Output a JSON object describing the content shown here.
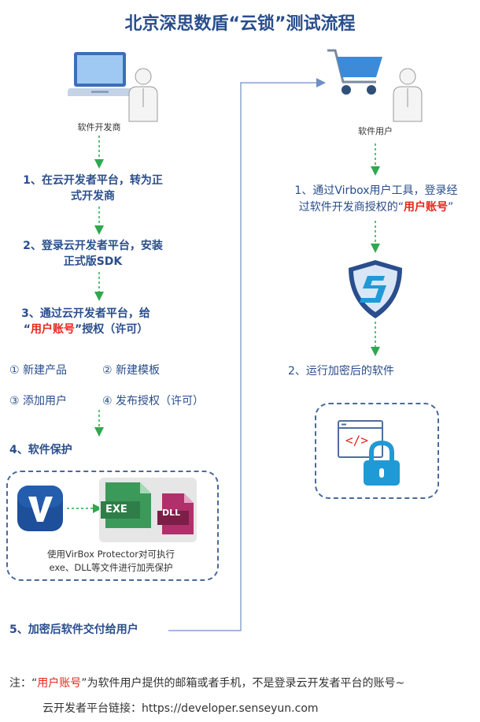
{
  "title": "北京深思数盾“云锁”测试流程",
  "left": {
    "actor_label": "软件开发商",
    "step1": [
      "1、在云开发者平台，转为正",
      "式开发商"
    ],
    "step2": [
      "2、登录云开发者平台，安装",
      "正式版SDK"
    ],
    "step3_line1": "3、通过云开发者平台，给",
    "step3_q_open": "“",
    "step3_red": "用户账号",
    "step3_q_close": "”",
    "step3_rest": "授权（许可）",
    "substeps": [
      "① 新建产品",
      "② 新建模板",
      "③ 添加用户",
      "④ 发布授权（许可）"
    ],
    "step4": "4、软件保护",
    "exe_label": "EXE",
    "dll_label": "DLL",
    "protect_caption": [
      "使用VirBox Protector对可执行",
      "exe、DLL等文件进行加壳保护"
    ],
    "step5": "5、加密后软件交付给用户"
  },
  "right": {
    "actor_label": "软件用户",
    "step1_line1": "1、通过Virbox用户工具，登录经",
    "step1_line2_pre": "过软件开发商授权的",
    "step1_q_open": "“",
    "step1_red": "用户账号",
    "step1_q_close": "”",
    "step2": "2、运行加密后的软件",
    "code_glyph": "</>"
  },
  "note": {
    "prefix": "注：",
    "q_open": "“",
    "red": "用户账号",
    "q_close": "”",
    "rest": "为软件用户提供的邮箱或者手机，不是登录云开发者平台的账号~",
    "link_line": "云开发者平台链接：https://developer.senseyun.com"
  },
  "colors": {
    "title": "#2a4e8c",
    "accent_red": "#e8261d",
    "arrow_green": "#2fa84f",
    "connector": "#6d8fc4",
    "box_border": "#4a6a9a"
  },
  "icons": [
    "laptop-icon",
    "user-icon",
    "cart-icon",
    "shield-logo-icon",
    "virbox-icon",
    "exe-file-icon",
    "dll-file-icon",
    "code-window-icon",
    "lock-icon"
  ]
}
